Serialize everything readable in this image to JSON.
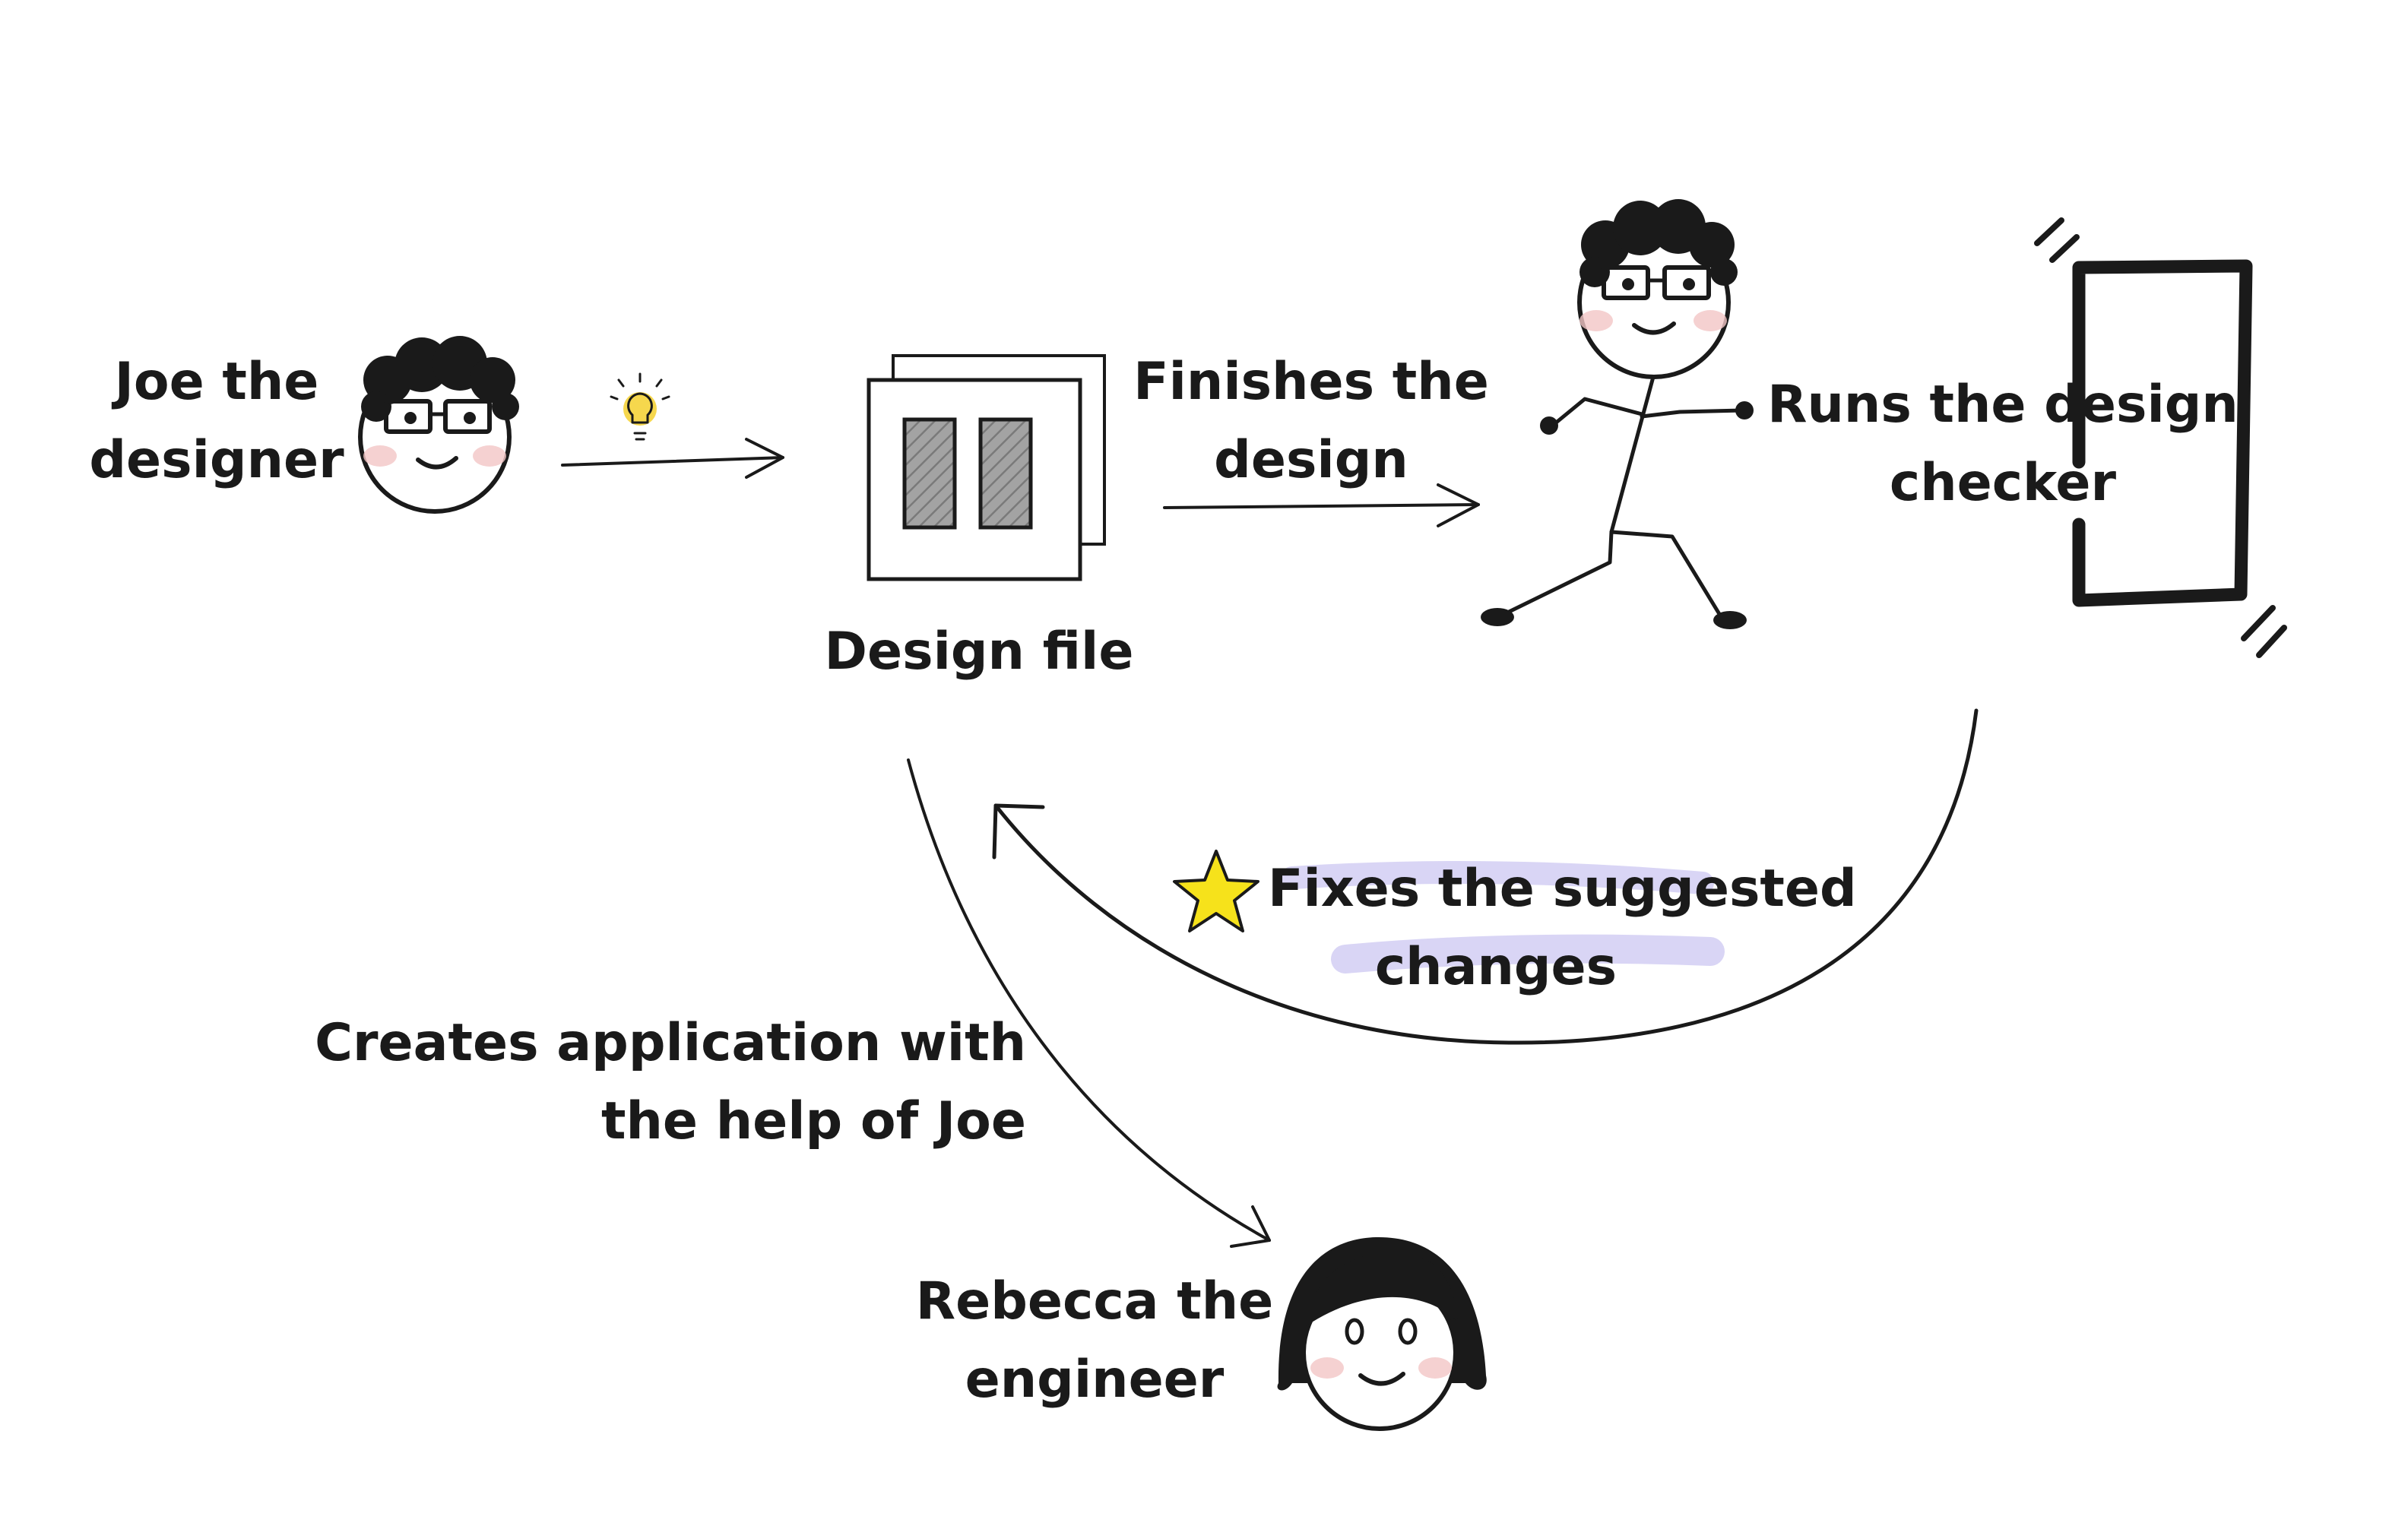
{
  "labels": {
    "joe_line1": "Joe the",
    "joe_line2": "designer",
    "design_file": "Design file",
    "finishes_line1": "Finishes the",
    "finishes_line2": "design",
    "runs_line1": "Runs the design",
    "runs_line2": "checker",
    "fixes_line1": "Fixes the suggested",
    "fixes_line2": "changes",
    "creates_line1": "Creates application with",
    "creates_line2": "the help of Joe",
    "rebecca_line1": "Rebecca the",
    "rebecca_line2": "engineer"
  },
  "icons": {
    "idea": "lightbulb-icon",
    "star": "star-icon",
    "checker": "door-icon"
  },
  "colors": {
    "ink": "#1a1a1a",
    "cheek": "#f3c6c6",
    "bulb": "#f5d33a",
    "star": "#f6e21b",
    "highlight": "#b9b2ec",
    "file_fill": "#9b9b9b"
  }
}
